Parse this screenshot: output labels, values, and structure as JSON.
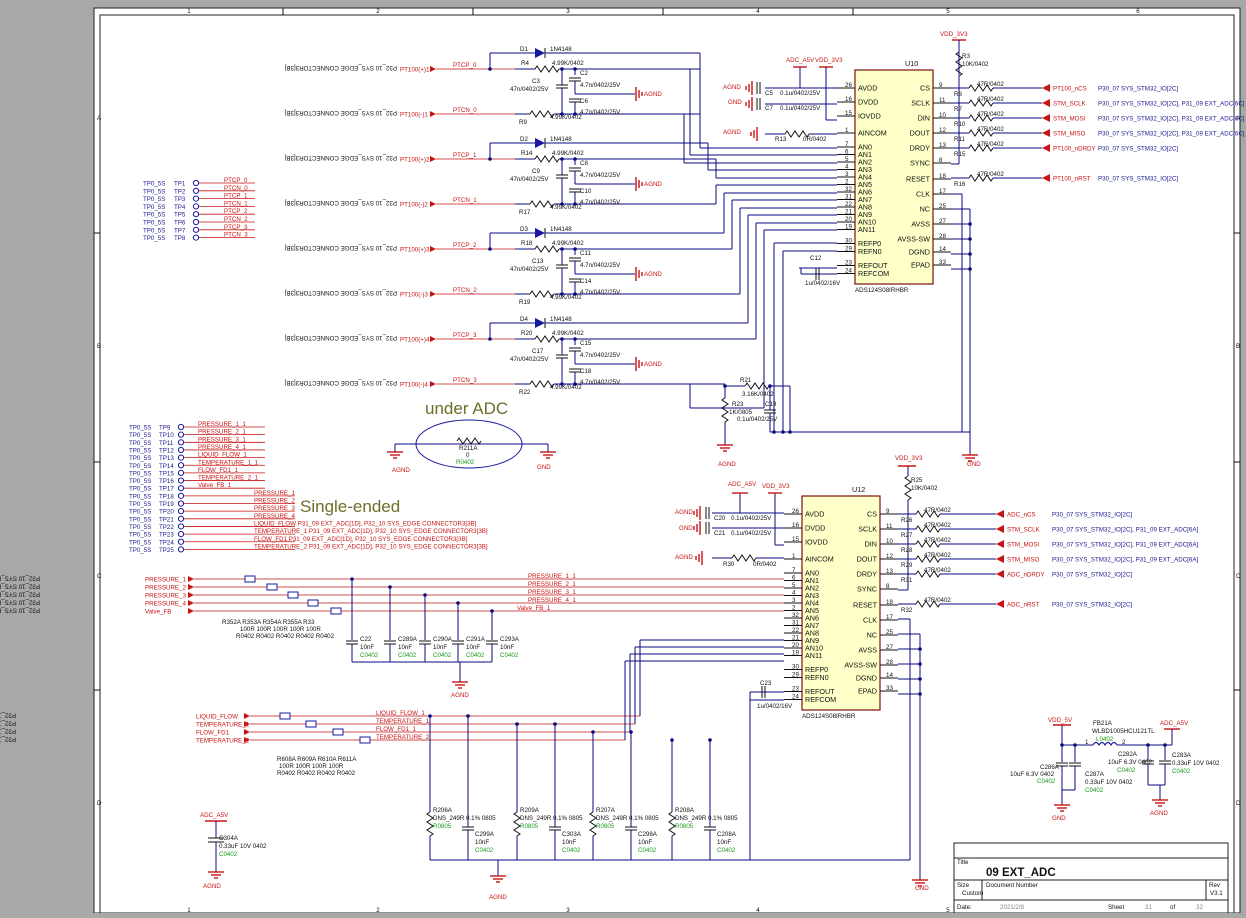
{
  "border": {
    "columns": [
      "1",
      "2",
      "3",
      "4",
      "5",
      "6"
    ],
    "rows": [
      "A",
      "B",
      "C",
      "D"
    ]
  },
  "annotations": {
    "under_adc": "under ADC",
    "single_ended": "Single-ended"
  },
  "power": {
    "vdd3v3": "VDD_3V3",
    "adc_a5v": "ADC_A5V",
    "vdd5v": "VDD_5V",
    "agnd": "AGND",
    "gnd": "GND"
  },
  "u10": {
    "ref": "U10",
    "part": "ADS124S08IRHBR",
    "left_pins": [
      {
        "num": "26",
        "name": "AVDD"
      },
      {
        "num": "16",
        "name": "DVDD"
      },
      {
        "num": "15",
        "name": "IOVDD"
      },
      {
        "num": "1",
        "name": "AINCOM"
      },
      {
        "num": "7",
        "name": "AN0"
      },
      {
        "num": "6",
        "name": "AN1"
      },
      {
        "num": "5",
        "name": "AN2"
      },
      {
        "num": "4",
        "name": "AN3"
      },
      {
        "num": "3",
        "name": "AN4"
      },
      {
        "num": "2",
        "name": "AN5"
      },
      {
        "num": "32",
        "name": "AN6"
      },
      {
        "num": "31",
        "name": "AN7"
      },
      {
        "num": "22",
        "name": "AN8"
      },
      {
        "num": "21",
        "name": "AN9"
      },
      {
        "num": "20",
        "name": "AN10"
      },
      {
        "num": "19",
        "name": "AN11"
      },
      {
        "num": "30",
        "name": "REFP0"
      },
      {
        "num": "29",
        "name": "REFN0"
      },
      {
        "num": "23",
        "name": "REFOUT"
      },
      {
        "num": "24",
        "name": "REFCOM"
      }
    ],
    "right_pins": [
      {
        "num": "9",
        "name": "CS"
      },
      {
        "num": "11",
        "name": "SCLK"
      },
      {
        "num": "10",
        "name": "DIN"
      },
      {
        "num": "12",
        "name": "DOUT"
      },
      {
        "num": "13",
        "name": "DRDY"
      },
      {
        "num": "8",
        "name": "SYNC"
      },
      {
        "num": "18",
        "name": "RESET"
      },
      {
        "num": "17",
        "name": "CLK"
      },
      {
        "num": "25",
        "name": "NC"
      },
      {
        "num": "27",
        "name": "AVSS"
      },
      {
        "num": "28",
        "name": "AVSS-SW"
      },
      {
        "num": "14",
        "name": "DGND"
      },
      {
        "num": "33",
        "name": "EPAD"
      }
    ]
  },
  "u12": {
    "ref": "U12",
    "part": "ADS124S08IRHBR",
    "left_pins": [
      {
        "num": "26",
        "name": "AVDD"
      },
      {
        "num": "16",
        "name": "DVDD"
      },
      {
        "num": "15",
        "name": "IOVDD"
      },
      {
        "num": "1",
        "name": "AINCOM"
      },
      {
        "num": "7",
        "name": "AN0"
      },
      {
        "num": "6",
        "name": "AN1"
      },
      {
        "num": "5",
        "name": "AN2"
      },
      {
        "num": "4",
        "name": "AN3"
      },
      {
        "num": "3",
        "name": "AN4"
      },
      {
        "num": "2",
        "name": "AN5"
      },
      {
        "num": "32",
        "name": "AN6"
      },
      {
        "num": "31",
        "name": "AN7"
      },
      {
        "num": "22",
        "name": "AN8"
      },
      {
        "num": "21",
        "name": "AN9"
      },
      {
        "num": "20",
        "name": "AN10"
      },
      {
        "num": "19",
        "name": "AN11"
      },
      {
        "num": "30",
        "name": "REFP0"
      },
      {
        "num": "29",
        "name": "REFN0"
      },
      {
        "num": "23",
        "name": "REFOUT"
      },
      {
        "num": "24",
        "name": "REFCOM"
      }
    ],
    "right_pins": [
      {
        "num": "9",
        "name": "CS"
      },
      {
        "num": "11",
        "name": "SCLK"
      },
      {
        "num": "10",
        "name": "DIN"
      },
      {
        "num": "12",
        "name": "DOUT"
      },
      {
        "num": "13",
        "name": "DRDY"
      },
      {
        "num": "8",
        "name": "SYNC"
      },
      {
        "num": "18",
        "name": "RESET"
      },
      {
        "num": "17",
        "name": "CLK"
      },
      {
        "num": "25",
        "name": "NC"
      },
      {
        "num": "27",
        "name": "AVSS"
      },
      {
        "num": "28",
        "name": "AVSS-SW"
      },
      {
        "num": "14",
        "name": "DGND"
      },
      {
        "num": "33",
        "name": "EPAD"
      }
    ]
  },
  "rtd_channels": [
    {
      "diode": "D1",
      "diode_part": "1N4148",
      "res": "R4",
      "res_val": "4.99K/0402",
      "cap": "C3",
      "cap_val": "47n/0402/25V",
      "c1": "C2",
      "c1_val": "4.7n/0402/25V",
      "c2": "C6",
      "c2_val": "4.7n/0402/25V",
      "rn": "R9",
      "rn_val": "4.99K/0402",
      "net_p": "PTCP_0",
      "net_n": "PTCN_0",
      "port_p": "PT100(+)1",
      "port_n": "PT100(-)1",
      "src": "P32_10 SYS_EDGE CONNECTOR3[3B]"
    },
    {
      "diode": "D2",
      "diode_part": "1N4148",
      "res": "R14",
      "res_val": "4.99K/0402",
      "cap": "C9",
      "cap_val": "47n/0402/25V",
      "c1": "C8",
      "c1_val": "4.7n/0402/25V",
      "c2": "C10",
      "c2_val": "4.7n/0402/25V",
      "rn": "R17",
      "rn_val": "4.99K/0402",
      "net_p": "PTCP_1",
      "net_n": "PTCN_1",
      "port_p": "PT100(+)2",
      "port_n": "PT100(-)2",
      "src": "P32_10 SYS_EDGE CONNECTOR3[3B]"
    },
    {
      "diode": "D3",
      "diode_part": "1N4148",
      "res": "R18",
      "res_val": "4.99K/0402",
      "cap": "C13",
      "cap_val": "47n/0402/25V",
      "c1": "C11",
      "c1_val": "4.7n/0402/25V",
      "c2": "C14",
      "c2_val": "4.7n/0402/25V",
      "rn": "R19",
      "rn_val": "4.99K/0402",
      "net_p": "PTCP_2",
      "net_n": "PTCN_2",
      "port_p": "PT100(+)3",
      "port_n": "PT100(-)3",
      "src": "P32_10 SYS_EDGE CONNECTOR3[3B]"
    },
    {
      "diode": "D4",
      "diode_part": "1N4148",
      "res": "R20",
      "res_val": "4.99K/0402",
      "cap": "C17",
      "cap_val": "47n/0402/25V",
      "c1": "C15",
      "c1_val": "4.7n/0402/25V",
      "c2": "C18",
      "c2_val": "4.7n/0402/25V",
      "rn": "R22",
      "rn_val": "4.99K/0402",
      "net_p": "PTCP_3",
      "net_n": "PTCN_3",
      "port_p": "PT100(+)4",
      "port_n": "PT100(-)4",
      "src": "P32_10 SYS_EDGE CONNECTOR3[3B]"
    }
  ],
  "testpoints_top": [
    {
      "name": "TP0_5S",
      "ref": "TP1",
      "net": "PTCP_0"
    },
    {
      "name": "TP0_5S",
      "ref": "TP2",
      "net": "PTCN_0"
    },
    {
      "name": "TP0_5S",
      "ref": "TP3",
      "net": "PTCP_1"
    },
    {
      "name": "TP0_5S",
      "ref": "TP4",
      "net": "PTCN_1"
    },
    {
      "name": "TP0_5S",
      "ref": "TP5",
      "net": "PTCP_2"
    },
    {
      "name": "TP0_5S",
      "ref": "TP6",
      "net": "PTCN_2"
    },
    {
      "name": "TP0_5S",
      "ref": "TP7",
      "net": "PTCP_3"
    },
    {
      "name": "TP0_5S",
      "ref": "TP8",
      "net": "PTCN_3"
    }
  ],
  "testpoints_mid": [
    {
      "name": "TP0_5S",
      "ref": "TP9",
      "net": "PRESSURE_1_1"
    },
    {
      "name": "TP0_5S",
      "ref": "TP10",
      "net": "PRESSURE_2_1"
    },
    {
      "name": "TP0_5S",
      "ref": "TP11",
      "net": "PRESSURE_3_1"
    },
    {
      "name": "TP0_5S",
      "ref": "TP12",
      "net": "PRESSURE_4_1"
    },
    {
      "name": "TP0_5S",
      "ref": "TP13",
      "net": "LIQUID_FLOW_1"
    },
    {
      "name": "TP0_5S",
      "ref": "TP14",
      "net": "TEMPERATURE_1_1"
    },
    {
      "name": "TP0_5S",
      "ref": "TP15",
      "net": "FLOW_FD1_1"
    },
    {
      "name": "TP0_5S",
      "ref": "TP16",
      "net": "TEMPERATURE_2_1"
    },
    {
      "name": "TP0_5S",
      "ref": "TP17",
      "net": "Valve_FB_1"
    },
    {
      "name": "TP0_5S",
      "ref": "TP18",
      "net": "PRESSURE_1"
    },
    {
      "name": "TP0_5S",
      "ref": "TP19",
      "net": "PRESSURE_2"
    },
    {
      "name": "TP0_5S",
      "ref": "TP20",
      "net": "PRESSURE_3"
    },
    {
      "name": "TP0_5S",
      "ref": "TP21",
      "net": "PRESSURE_4"
    },
    {
      "name": "TP0_5S",
      "ref": "TP22",
      "net": "LIQUID_FLOW   P31_09 EXT_ADC[1D], P32_10 SYS_EDGE CONNECTOR3[3B]"
    },
    {
      "name": "TP0_5S",
      "ref": "TP23",
      "net": "TEMPERATURE_1   P31_09 EXT_ADC[1D], P32_10 SYS_EDGE CONNECTOR3[3B]"
    },
    {
      "name": "TP0_5S",
      "ref": "TP24",
      "net": "FLOW_FD1   P31_09 EXT_ADC[1D], P32_10 SYS_EDGE CONNECTOR3[3B]"
    },
    {
      "name": "TP0_5S",
      "ref": "TP25",
      "net": "TEMPERATURE_2   P31_09 EXT_ADC[1D], P32_10 SYS_EDGE CONNECTOR3[3B]"
    }
  ],
  "u10_right_nets": [
    {
      "res": "R6",
      "val": "47R/0402",
      "net": "PT100_nCS",
      "dest": "P30_07 SYS_STM32_IO[2C]"
    },
    {
      "res": "R7",
      "val": "47R/0402",
      "net": "STM_SCLK",
      "dest": "P30_07 SYS_STM32_IO[2C], P31_09 EXT_ADC[6C]"
    },
    {
      "res": "R10",
      "val": "47R/0402",
      "net": "STM_MOSI",
      "dest": "P30_07 SYS_STM32_IO[2C], P31_09 EXT_ADC[6C]"
    },
    {
      "res": "R11",
      "val": "47R/0402",
      "net": "STM_MISO",
      "dest": "P30_07 SYS_STM32_IO[2C], P31_09 EXT_ADC[6C]"
    },
    {
      "res": "R15",
      "val": "47R/0402",
      "net": "PT100_nDRDY",
      "dest": "P30_07 SYS_STM32_IO[2C]"
    },
    {
      "res": "R16",
      "val": "47R/0402",
      "net": "PT100_nRST",
      "dest": "P30_07 SYS_STM32_IO[2C]"
    }
  ],
  "u12_right_nets": [
    {
      "res": "R26",
      "val": "47R/0402",
      "net": "ADC_nCS",
      "dest": "P30_07 SYS_STM32_IO[2C]"
    },
    {
      "res": "R27",
      "val": "47R/0402",
      "net": "STM_SCLK",
      "dest": "P30_07 SYS_STM32_IO[2C], P31_09 EXT_ADC[6A]"
    },
    {
      "res": "R28",
      "val": "47R/0402",
      "net": "STM_MOSI",
      "dest": "P30_07 SYS_STM32_IO[2C], P31_09 EXT_ADC[6A]"
    },
    {
      "res": "R29",
      "val": "47R/0402",
      "net": "STM_MISO",
      "dest": "P30_07 SYS_STM32_IO[2C], P31_09 EXT_ADC[6A]"
    },
    {
      "res": "R31",
      "val": "47R/0402",
      "net": "ADC_nDRDY",
      "dest": "P30_07 SYS_STM32_IO[2C]"
    },
    {
      "res": "R32",
      "val": "47R/0402",
      "net": "ADC_nRST",
      "dest": "P30_07 SYS_STM32_IO[2C]"
    }
  ],
  "u10_misc": {
    "r3": "R3",
    "r3_val": "10K/0402",
    "r13": "R13",
    "r13_val": "0R/0402",
    "c5": "C5",
    "c5_val": "0.1u/0402/25V",
    "c7": "C7",
    "c7_val": "0.1u/0402/25V",
    "c12": "C12",
    "c12_val": "1u/0402/16V",
    "r21": "R21",
    "r21_val": "3.16K/0402",
    "r23": "R23",
    "r23_val": "1K/0805",
    "c19": "C19",
    "c19_val": "0.1u/0402/25V",
    "r211": "R211A",
    "r211_val": "0",
    "r211_pkg": "R0402"
  },
  "u12_misc": {
    "r25": "R25",
    "r25_val": "10K/0402",
    "r30": "R30",
    "r30_val": "0R/0402",
    "c20": "C20",
    "c20_val": "0.1u/0402/25V",
    "c21": "C21",
    "c21_val": "0.1u/0402/25V",
    "c23": "C23",
    "c23_val": "1u/0402/16V"
  },
  "pressure_inputs": [
    {
      "port": "PRESSURE_1",
      "src": "P32_10 SYS_EDGE CONNECTOR3[3B]",
      "net": "PRESSURE_1_1"
    },
    {
      "port": "PRESSURE_2",
      "src": "P32_10 SYS_EDGE CONNECTOR3[3B]",
      "net": "PRESSURE_2_1"
    },
    {
      "port": "PRESSURE_3",
      "src": "P32_10 SYS_EDGE CONNECTOR3[3B]",
      "net": "PRESSURE_3_1"
    },
    {
      "port": "PRESSURE_4",
      "src": "P32_10 SYS_EDGE CONNECTOR3[3B]",
      "net": "PRESSURE_4_1"
    },
    {
      "port": "Valve_FB",
      "src": "P32_10 SYS_EDGE CONNECTOR3[3B]",
      "net": "Valve_FB_1"
    }
  ],
  "pressure_res": {
    "refs": "R352A  R353A  R354A  R355A  R33",
    "vals": "100R    100R    100R    100R   100R",
    "pkgs": "R0402  R0402  R0402  R0402  R0402"
  },
  "pressure_caps": [
    {
      "ref": "C22",
      "val": "10nF",
      "pkg": "C0402"
    },
    {
      "ref": "C289A",
      "val": "10nF",
      "pkg": "C0402"
    },
    {
      "ref": "C290A",
      "val": "10nF",
      "pkg": "C0402"
    },
    {
      "ref": "C291A",
      "val": "10nF",
      "pkg": "C0402"
    },
    {
      "ref": "C293A",
      "val": "10nF",
      "pkg": "C0402"
    }
  ],
  "flow_inputs": [
    {
      "port": "LIQUID_FLOW",
      "src": "P32_10 SYS_EDGE CONNECTOR3[3B]",
      "net": "LIQUID_FLOW_1"
    },
    {
      "port": "TEMPERATURE_1",
      "src": "P32_10 SYS_EDGE CONNECTOR3[3B]",
      "net": "TEMPERATURE_1"
    },
    {
      "port": "FLOW_FD1",
      "src": "P32_10 SYS_EDGE CONNECTOR3[3B]",
      "net": "FLOW_FD1_1"
    },
    {
      "port": "TEMPERATURE_2",
      "src": "P32_10 SYS_EDGE CONNECTOR3[3B]",
      "net": "TEMPERATURE_2"
    }
  ],
  "flow_res": {
    "refs": "R608A   R609A   R610A   R611A",
    "vals": "100R     100R     100R     100R",
    "pkgs": "R0402   R0402   R0402   R0402"
  },
  "flow_divider": [
    {
      "res": "R206A",
      "res_val": "DNS_249R 0.1% 0805",
      "res_pkg": "R0805",
      "cap": "C299A",
      "cap_val": "10nF",
      "cap_pkg": "C0402"
    },
    {
      "res": "R209A",
      "res_val": "DNS_249R 0.1% 0805",
      "res_pkg": "R0805",
      "cap": "C303A",
      "cap_val": "10nF",
      "cap_pkg": "C0402"
    },
    {
      "res": "R207A",
      "res_val": "DNS_249R 0.1% 0805",
      "res_pkg": "R0805",
      "cap": "C298A",
      "cap_val": "10nF",
      "cap_pkg": "C0402"
    },
    {
      "res": "R208A",
      "res_val": "DNS_249R 0.1% 0805",
      "res_pkg": "R0805",
      "cap": "C208A",
      "cap_val": "10nF",
      "cap_pkg": "C0402"
    }
  ],
  "c304": {
    "ref": "C304A",
    "val": "0.33uF 10V 0402",
    "pkg": "C0402"
  },
  "power_filter": {
    "fb": "FB21A",
    "fb_part": "WLBD1005HCU121TL",
    "fb_pkg": "L0402",
    "c286": "C286A",
    "c286_val": "10uF 6.3V 0402",
    "c286_pkg": "C0402",
    "c287": "C287A",
    "c287_val": "0.33uF 10V 0402",
    "c287_pkg": "C0402",
    "c282": "C282A",
    "c282_val": "10uF 6.3V 0402",
    "c282_pkg": "C0402",
    "c283": "C283A",
    "c283_val": "0.33uF 10V 0402",
    "c283_pkg": "C0402"
  },
  "titleblock": {
    "title_label": "Title",
    "title": "09 EXT_ADC",
    "size_label": "Size",
    "size": "Custom",
    "docnum_label": "Document Number",
    "rev_label": "Rev",
    "rev": "V3.1",
    "date_label": "Date:",
    "date": "2021/2/8",
    "sheet_label": "Sheet",
    "sheet": "31",
    "of_label": "of",
    "of": "32"
  }
}
